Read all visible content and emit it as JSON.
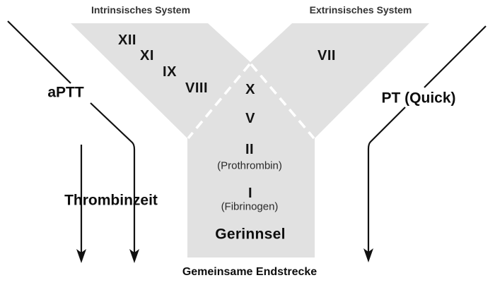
{
  "titles": {
    "intrinsic": "Intrinsisches System",
    "extrinsic": "Extrinsisches System"
  },
  "intrinsic": {
    "factors": [
      "XII",
      "XI",
      "IX",
      "VIII"
    ]
  },
  "extrinsic": {
    "factor": "VII"
  },
  "common_pathway": {
    "factor_x": "X",
    "factor_v": "V",
    "factor_ii": "II",
    "factor_ii_sub": "(Prothrombin)",
    "factor_i": "I",
    "factor_i_sub": "(Fibrinogen)",
    "clot": "Gerinnsel",
    "footer": "Gemeinsame Endstrecke"
  },
  "tests": {
    "aptt": "aPTT",
    "pt": "PT (Quick)",
    "thrombin_time": "Thrombinzeit"
  },
  "colors": {
    "band": "#e1e1e1",
    "dash": "#ffffff",
    "line": "#111111"
  }
}
